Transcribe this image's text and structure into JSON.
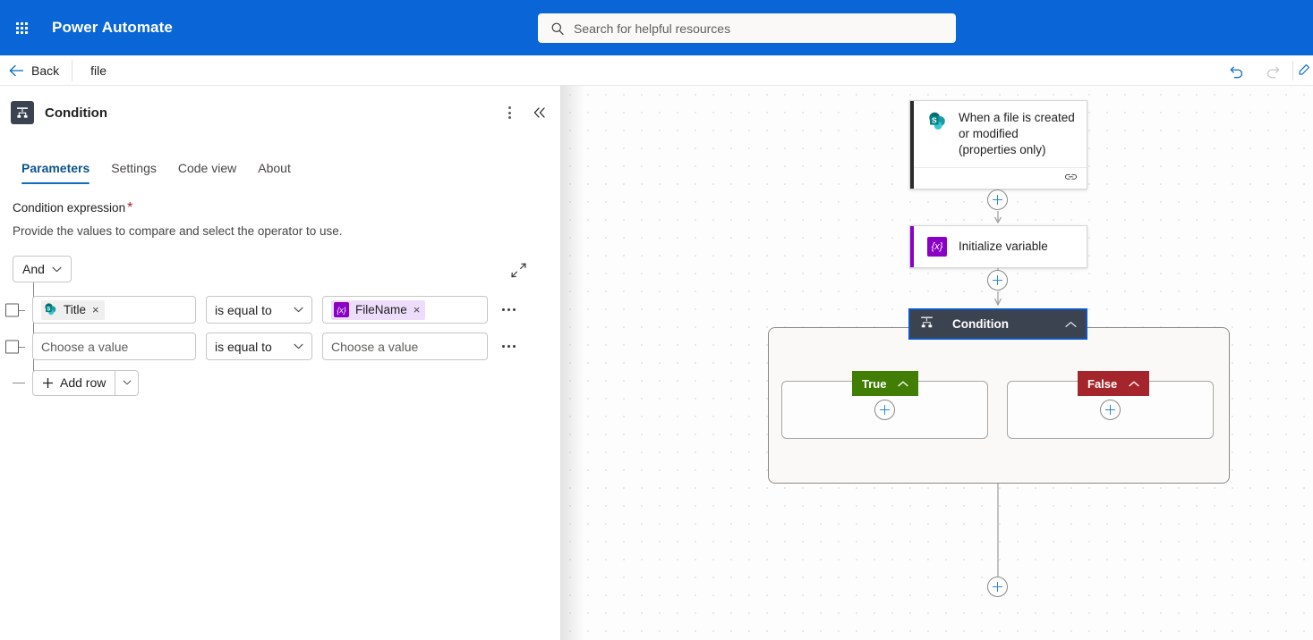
{
  "topbar": {
    "waffle_name": "app-launcher",
    "brand": "Power Automate",
    "search": {
      "placeholder": "Search for helpful resources",
      "value": ""
    }
  },
  "commandbar": {
    "back_label": "Back",
    "flow_name": "file",
    "undo_label": "Undo",
    "redo_label": "Redo"
  },
  "panel": {
    "title": "Condition",
    "more_label": "More commands",
    "collapse_label": "Collapse pane",
    "tabs": [
      {
        "label": "Parameters",
        "active": true
      },
      {
        "label": "Settings",
        "active": false
      },
      {
        "label": "Code view",
        "active": false
      },
      {
        "label": "About",
        "active": false
      }
    ],
    "field": {
      "label": "Condition expression",
      "required_marker": "*",
      "description": "Provide the values to compare and select the operator to use.",
      "group_operator": "And",
      "expand_label": "Collapse view"
    },
    "rows": [
      {
        "left": {
          "type": "chip",
          "icon": "sharepoint-icon",
          "text": "Title",
          "remove": "×"
        },
        "operator": "is equal to",
        "right": {
          "type": "chip",
          "icon": "variable-icon",
          "text": "FileName",
          "remove": "×"
        },
        "menu": "row-menu"
      },
      {
        "left": {
          "type": "placeholder",
          "text": "Choose a value"
        },
        "operator": "is equal to",
        "right": {
          "type": "placeholder",
          "text": "Choose a value"
        },
        "menu": "row-menu"
      }
    ],
    "add_row": {
      "label": "Add row",
      "plus": "+"
    }
  },
  "canvas": {
    "nodes": [
      {
        "id": "trigger",
        "title": "When a file is created or modified (properties only)",
        "icon": "sharepoint-icon",
        "accent": "#2b2b2b",
        "footer_icon": "link-icon"
      },
      {
        "id": "initialize-variable",
        "title": "Initialize variable",
        "icon": "variable-icon",
        "accent": "#8a00c4"
      },
      {
        "id": "condition",
        "title": "Condition",
        "icon": "condition-icon",
        "selected": true,
        "chevron": "chevron-up-icon"
      }
    ],
    "branches": [
      {
        "id": "true",
        "label": "True",
        "color": "#427E06",
        "chevron": "chevron-up-icon",
        "add": "+"
      },
      {
        "id": "false",
        "label": "False",
        "color": "#A4262C",
        "chevron": "chevron-up-icon",
        "add": "+"
      }
    ],
    "add_buttons": [
      "+",
      "+",
      "+",
      "+",
      "+"
    ]
  },
  "colors": {
    "brand_blue": "#0a66d6",
    "accent_blue": "#0f6cbd",
    "plus_blue": "#2b88d8",
    "true_green": "#427E06",
    "false_red": "#A4262C",
    "variable_purple": "#8a00c4",
    "condition_dark": "#3b4250"
  }
}
